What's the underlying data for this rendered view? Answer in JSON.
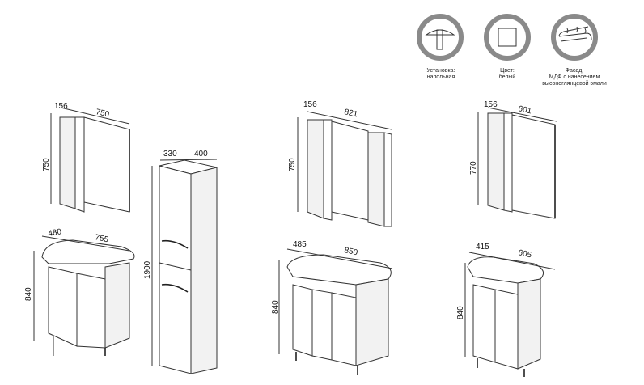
{
  "features": [
    {
      "icon": "floor-installation-icon",
      "label_line1": "Установка:",
      "label_line2": "напольная"
    },
    {
      "icon": "color-swatch-icon",
      "label_line1": "Цвет:",
      "label_line2": "белый"
    },
    {
      "icon": "glossy-facade-icon",
      "label_line1": "Фасад:",
      "label_line2": "МДФ с нанесением",
      "label_line3": "высоноглянцевой эмали"
    }
  ],
  "set1": {
    "mirror": {
      "depth": "156",
      "width": "750",
      "height": "750"
    },
    "vanity": {
      "depth": "480",
      "width": "755",
      "height": "840"
    },
    "tall_cabinet": {
      "depth": "330",
      "width": "400",
      "height": "1900"
    }
  },
  "set2": {
    "mirror": {
      "depth": "156",
      "width": "821",
      "height": "750"
    },
    "vanity": {
      "depth": "485",
      "width": "850",
      "height": "840"
    }
  },
  "set3": {
    "mirror": {
      "depth": "156",
      "width": "601",
      "height": "770"
    },
    "vanity": {
      "depth": "415",
      "width": "605",
      "height": "840"
    }
  }
}
